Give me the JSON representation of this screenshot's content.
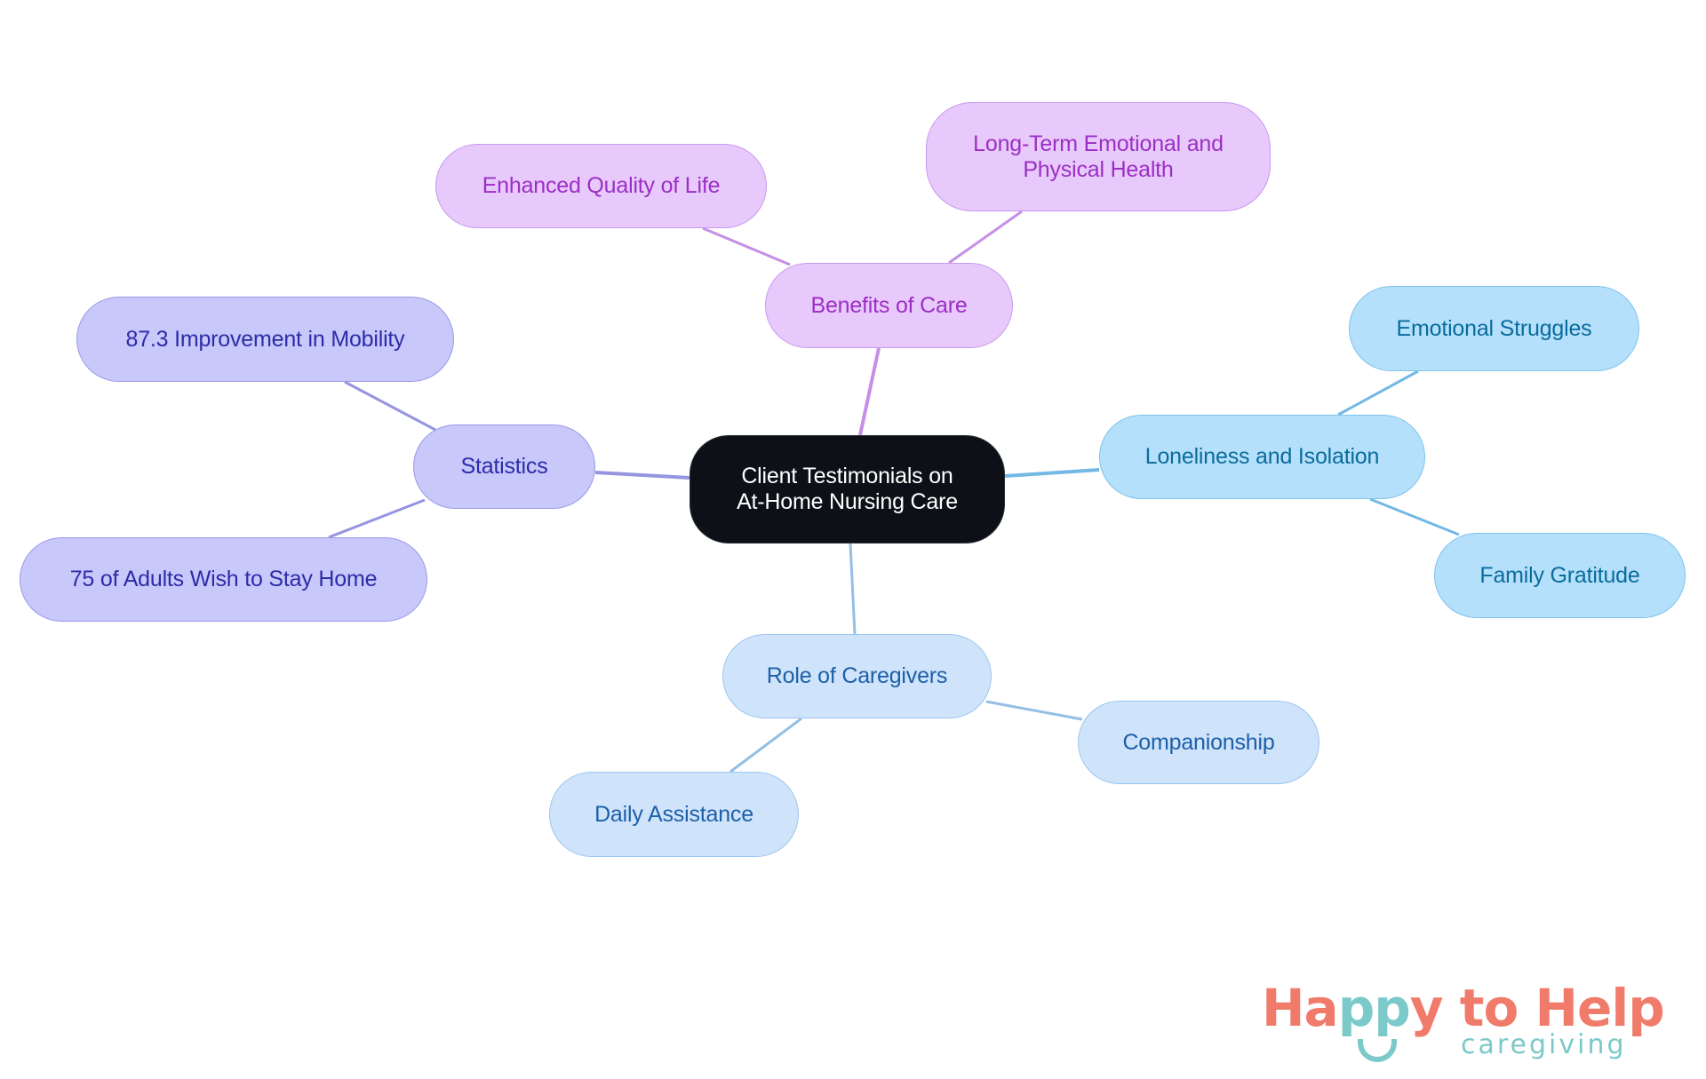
{
  "diagram": {
    "type": "mind-map",
    "root": {
      "label": "Client Testimonials on At-Home Nursing Care",
      "lines": [
        "Client Testimonials on",
        "At-Home Nursing Care"
      ]
    },
    "branches": [
      {
        "label": "Benefits of Care",
        "color": "#9b2fc4",
        "children": [
          {
            "label": "Enhanced Quality of Life"
          },
          {
            "label": "Long-Term Emotional and Physical Health",
            "lines": [
              "Long-Term Emotional and",
              "Physical Health"
            ]
          }
        ]
      },
      {
        "label": "Statistics",
        "color": "#2c2ca8",
        "children": [
          {
            "label": "87.3 Improvement in Mobility"
          },
          {
            "label": "75 of Adults Wish to Stay Home"
          }
        ]
      },
      {
        "label": "Loneliness and Isolation",
        "color": "#0a6c9c",
        "children": [
          {
            "label": "Emotional Struggles"
          },
          {
            "label": "Family Gratitude"
          }
        ]
      },
      {
        "label": "Role of Caregivers",
        "color": "#1d5fa8",
        "children": [
          {
            "label": "Companionship"
          },
          {
            "label": "Daily Assistance"
          }
        ]
      }
    ]
  },
  "logo": {
    "part1": "Ha",
    "part2": "pp",
    "part3": "y to Help",
    "subtitle": "caregiving",
    "colors": {
      "primary": "#f07b6b",
      "secondary": "#7cc9c9"
    }
  },
  "edge_colors": {
    "purple": "#c58fe8",
    "indigo": "#9595e0",
    "sky": "#72b9e4",
    "blue": "#94bfe6"
  }
}
